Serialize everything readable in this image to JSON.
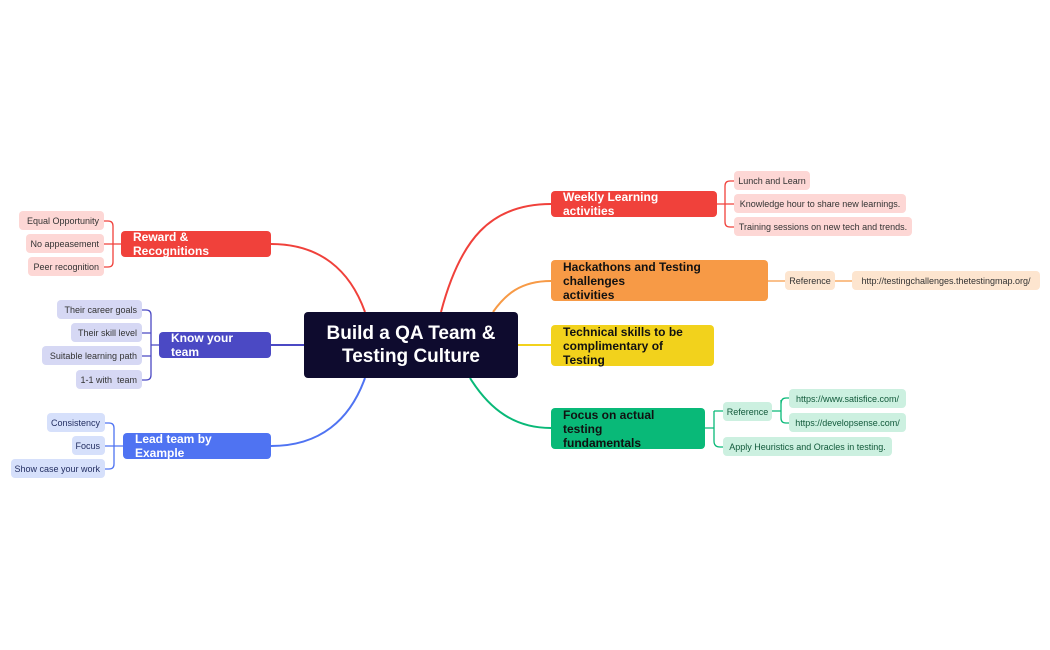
{
  "root": {
    "line1": "Build a QA Team &",
    "line2": "Testing Culture"
  },
  "colors": {
    "red": "#f0413b",
    "orange": "#f79a46",
    "yellow": "#f2d21c",
    "green": "#09b978",
    "indigo": "#4b49c4",
    "blue": "#4f73f2",
    "root": "#0e0b2e"
  },
  "right": {
    "weekly": {
      "label": "Weekly Learning activities",
      "items": [
        "Lunch and Learn",
        "Knowledge hour to share new learnings.",
        "Training sessions on new tech and trends."
      ]
    },
    "hackathons": {
      "line1": "Hackathons and Testing challenges",
      "line2": "activities",
      "reference": "Reference",
      "url": "http://testingchallenges.thetestingmap.org/"
    },
    "technical": {
      "line1": "Technical skills to be",
      "line2": "complimentary of Testing"
    },
    "focus": {
      "line1": "Focus on actual testing",
      "line2": "fundamentals",
      "reference": "Reference",
      "urls": [
        "https://www.satisfice.com/",
        "https://developsense.com/"
      ],
      "heuristics": "Apply Heuristics and Oracles in testing."
    }
  },
  "left": {
    "reward": {
      "label": "Reward & Recognitions",
      "items": [
        "Equal Opportunity",
        "No appeasement",
        "Peer recognition"
      ]
    },
    "know": {
      "label": "Know your team",
      "items": [
        "Their career goals",
        "Their skill level",
        "Suitable learning path",
        "1-1 with  team"
      ]
    },
    "lead": {
      "label": "Lead team by Example",
      "items": [
        "Consistency",
        "Focus",
        "Show case your work"
      ]
    }
  }
}
